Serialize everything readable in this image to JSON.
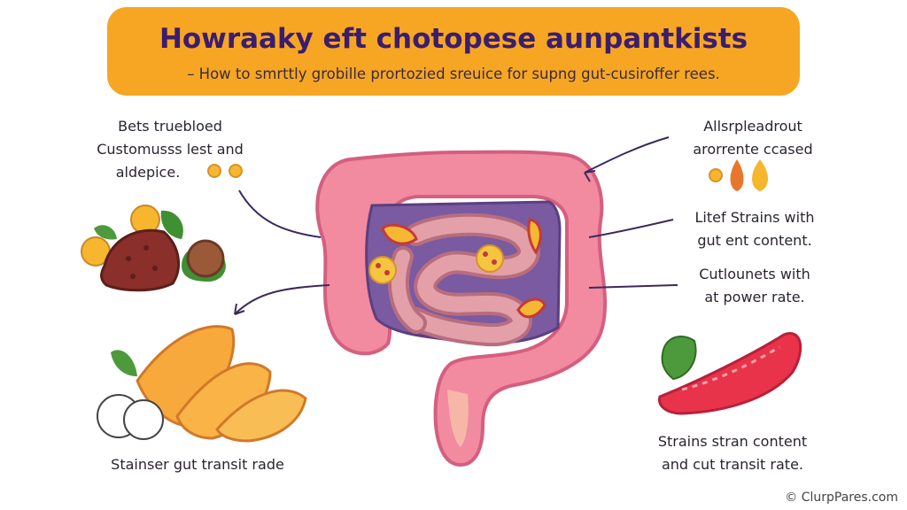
{
  "banner": {
    "title": "Howraaky eft chotopese aunpantkists",
    "subtitle": "– How to smrttly grobille prortozied sreuice for supng gut-cusiroffer rees."
  },
  "labels": {
    "top_left": [
      "Bets truebloed",
      "Customusss lest and",
      "aldepice."
    ],
    "top_right": [
      "Allsrpleadrout",
      "arorrente ccased"
    ],
    "mid_right_1": [
      "Litef Strains with",
      "gut ent content."
    ],
    "mid_right_2": [
      "Cutlounets with",
      "at power rate."
    ],
    "bottom_left": [
      "Stainser gut transit rade"
    ],
    "bottom_right": [
      "Strains stran content",
      "and cut transit rate."
    ]
  },
  "credit": "© ClurpPares.com",
  "colors": {
    "banner": "#f6a623",
    "title": "#3b1d6e",
    "intestine": "#f28aa0",
    "interior": "#7a5aa0",
    "small_intestine": "#d9959f",
    "pepper": "#e8334a",
    "banana": "#f7a93b"
  }
}
